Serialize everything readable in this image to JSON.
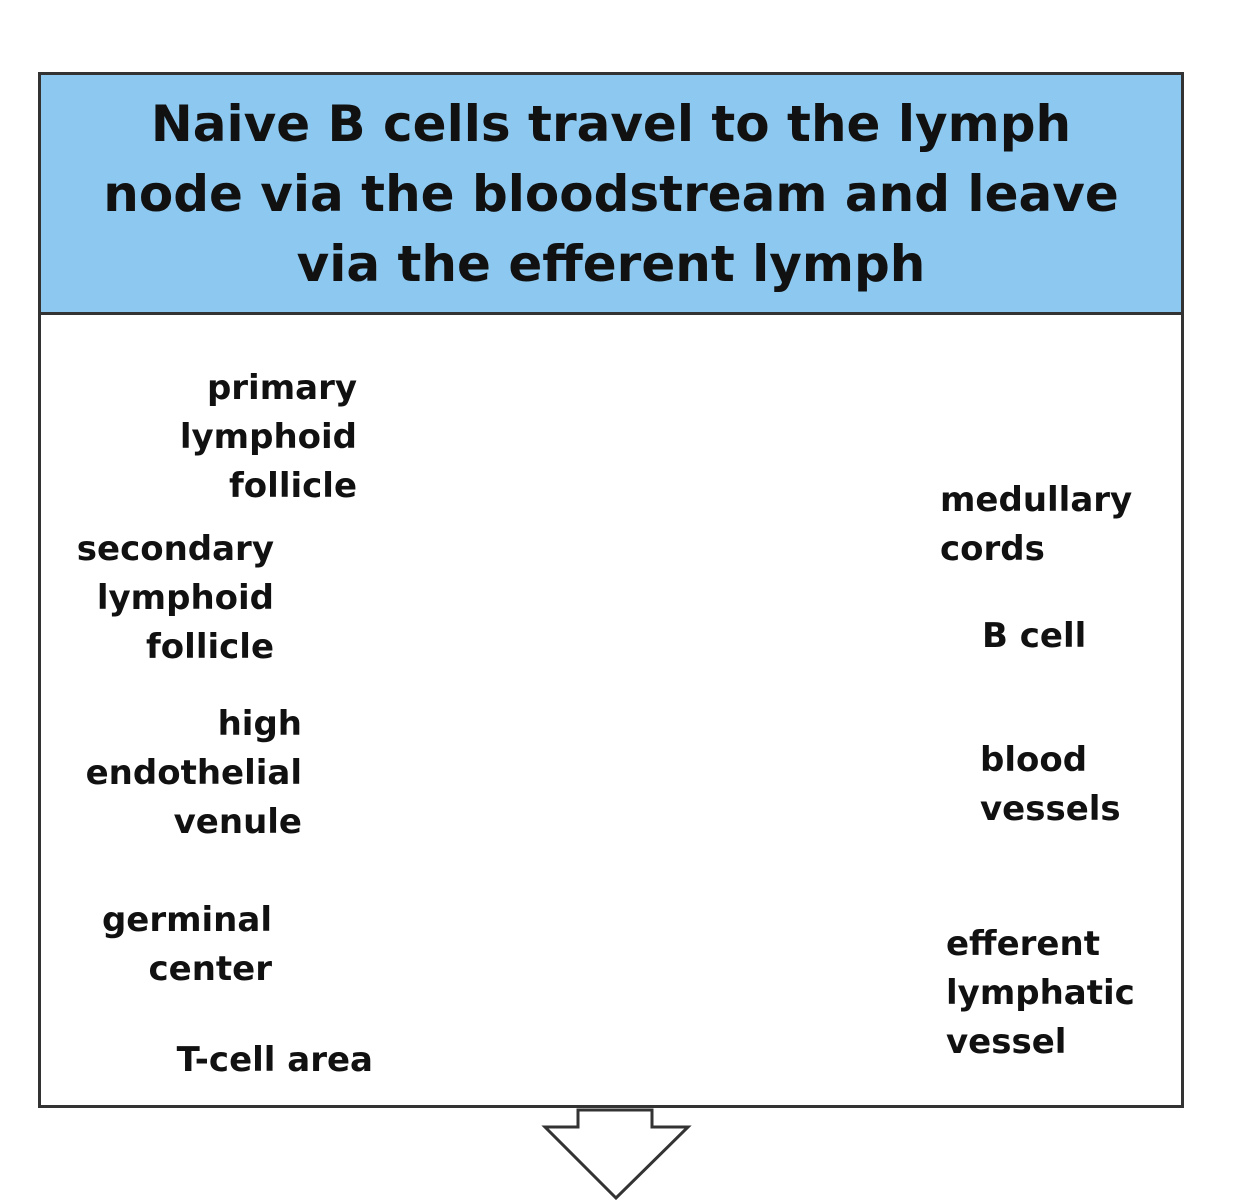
{
  "title": "Naive B cells travel to the lymph node via the bloodstream and leave via the efferent lymph",
  "labels": {
    "primary_follicle": "primary\nlymphoid\nfollicle",
    "secondary_follicle": "secondary\nlymphoid\nfollicle",
    "hev": "high\nendothelial\nvenule",
    "germinal_center": "germinal\ncenter",
    "t_cell_area": "T-cell area",
    "medullary_cords": "medullary\ncords",
    "b_cell": "B cell",
    "blood_vessels": "blood\nvessels",
    "efferent": "efferent\nlymphatic\nvessel"
  },
  "colors": {
    "header": "#8cc8f0",
    "capsule": "#f7d9cc",
    "cortex": "#fbf8e1",
    "t_cell_area": "#5b93d3",
    "medulla": "#d9867a",
    "follicle": "#f8ec2a",
    "arrow": "#cc1f1f"
  }
}
